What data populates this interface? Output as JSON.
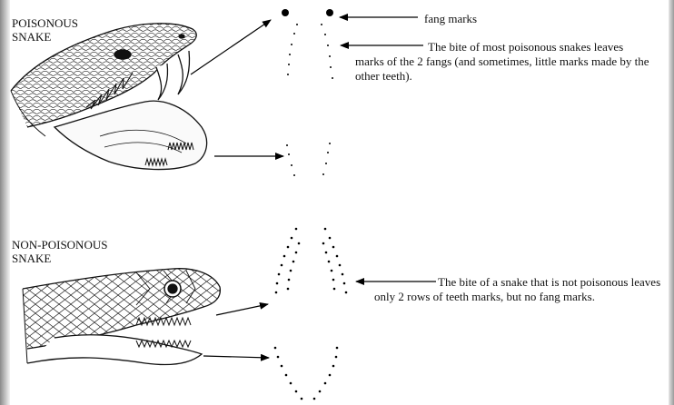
{
  "labels": {
    "poisonous": [
      "POISONOUS",
      "SNAKE"
    ],
    "non_poisonous": [
      "NON-POISONOUS",
      "SNAKE"
    ]
  },
  "callouts": {
    "fang_marks": "fang marks",
    "poisonous_bite": "The bite of most poisonous snakes leaves marks of the 2 fangs (and sometimes, little marks made by the other teeth).",
    "non_poisonous_bite": "The bite of a snake that is not poisonous leaves only 2 rows of teeth marks, but no fang marks."
  },
  "icons": {
    "poisonous_head": "viper-head-illustration",
    "non_poisonous_head": "snake-head-illustration",
    "fang_marks": "fang-marks-dots",
    "teeth_marks": "teeth-marks-dots"
  }
}
